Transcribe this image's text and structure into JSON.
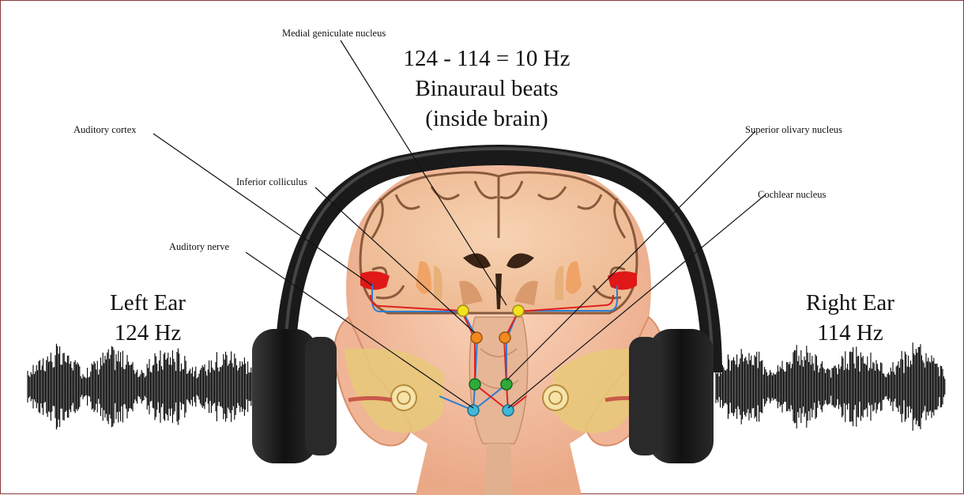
{
  "title": {
    "line1": "124 - 114 = 10 Hz",
    "line2": "Binauraul beats",
    "line3": "(inside brain)"
  },
  "left_ear": {
    "label": "Left Ear",
    "freq": "124 Hz"
  },
  "right_ear": {
    "label": "Right Ear",
    "freq": "114 Hz"
  },
  "structures": {
    "medial_geniculate": "Medial geniculate nucleus",
    "auditory_cortex": "Auditory cortex",
    "inferior_colliculus": "Inferior colliculus",
    "auditory_nerve": "Auditory nerve",
    "superior_olivary": "Superior olivary nucleus",
    "cochlear_nucleus": "Cochlear nucleus"
  },
  "colors": {
    "border": "#8b3a3a",
    "skin": "#f6c6a8",
    "brain": "#f2c39c",
    "cortex_fold": "#8a5a3c",
    "headphone": "#1a1a1a",
    "left_pathway": "#2a7fd4",
    "right_pathway": "#e02020",
    "cochlear_node": "#3fb8d8",
    "olivary_node": "#2faa3a",
    "colliculus_node": "#f28a1e",
    "geniculate_node": "#f2e21e"
  }
}
